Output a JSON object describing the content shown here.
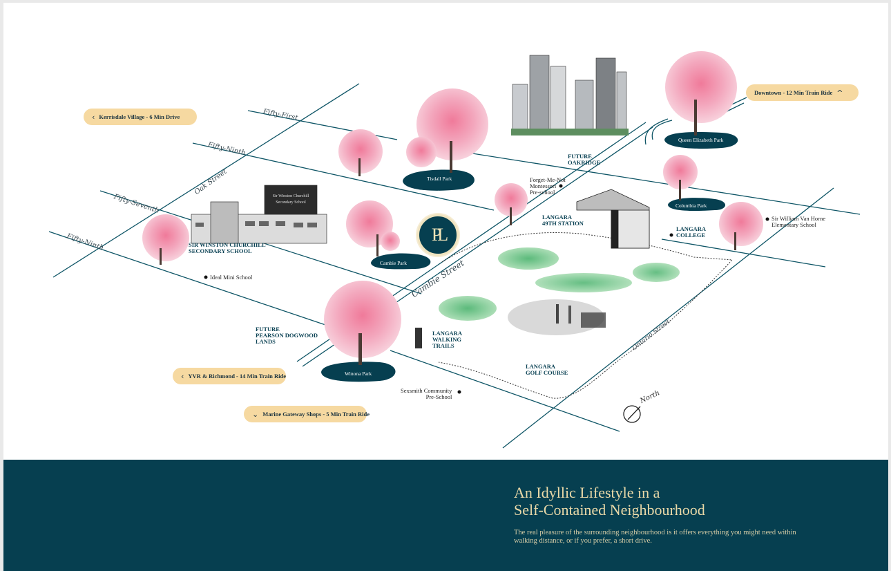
{
  "pills": {
    "kerrisdale": "Kerrisdale Village - 6 Min Drive",
    "downtown": "Downtown - 12 Min Train Ride",
    "yvr": "YVR & Richmond - 14 Min Train Ride",
    "marine": "Marine Gateway Shops - 5 Min Train Ride"
  },
  "streets": {
    "fifty_first": "Fifty-First",
    "fifty_ninth": "Fifty-Ninth",
    "fifty_seventh": "Fifty-Seventh",
    "fifty_ninth_b": "Fifty-Ninth",
    "oak": "Oak Street",
    "cambie": "Cambie Street",
    "ontario": "Ontario Street"
  },
  "parks": {
    "tisdall": "Tisdall Park",
    "queen_elizabeth": "Queen Elizabeth Park",
    "columbia": "Columbia Park",
    "cambie": "Cambie Park",
    "winona": "Winona Park"
  },
  "places": {
    "future_oakridge": [
      "FUTURE",
      "OAKRIDGE"
    ],
    "forget_me_not": [
      "Forget-Me-Not",
      "Montessori",
      "Pre-school"
    ],
    "langara_49th": [
      "LANGARA",
      "49TH STATION"
    ],
    "langara_college": [
      "LANGARA",
      "COLLEGE"
    ],
    "van_horne": [
      "Sir William Van Horne",
      "Elementary School"
    ],
    "churchill": [
      "SIR WINSTON CHURCHILL",
      "SECONDARY SCHOOL"
    ],
    "churchill_sign": [
      "Sir Winston Churchill",
      "Secondary School"
    ],
    "ideal_mini": "Ideal Mini School",
    "pearson_dogwood": [
      "FUTURE",
      "PEARSON DOGWOOD",
      "LANDS"
    ],
    "langara_trails": [
      "LANGARA",
      "WALKING",
      "TRAILS"
    ],
    "langara_golf": [
      "LANGARA",
      "GOLF COURSE"
    ],
    "sexsmith": [
      "Sexsmith Community",
      "Pre-School"
    ]
  },
  "logo": "PL",
  "north": "North",
  "footer": {
    "heading_1": "An Idyllic Lifestyle in a",
    "heading_2": "Self-Contained Neighbourhood",
    "paragraph": "The real pleasure of the surrounding neighbourhood is it offers everything you might need within walking distance, or if you prefer, a short drive."
  },
  "colors": {
    "navy": "#063f50",
    "pill": "#f6d9a1",
    "blossom": "#f2a2b8",
    "heading": "#e9d9a8"
  }
}
